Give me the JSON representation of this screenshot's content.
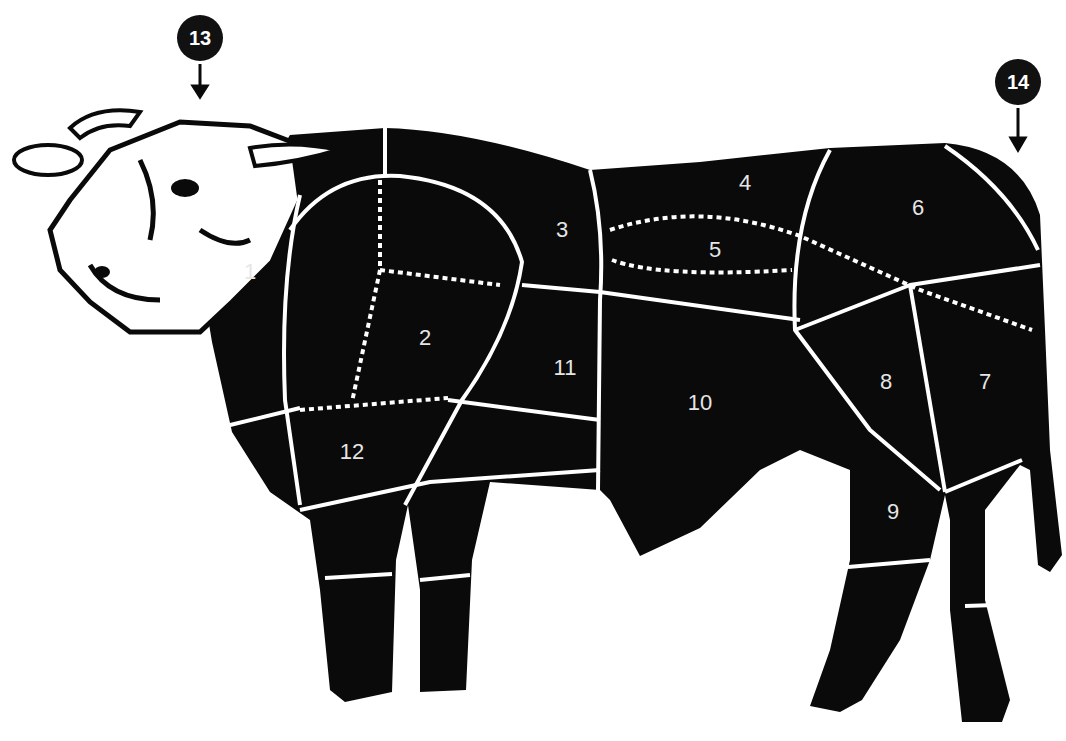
{
  "diagram": {
    "nodes": [
      {
        "text": [
          "13"
        ]
      },
      {
        "text": [
          "14"
        ]
      }
    ],
    "labels": [
      "1",
      "2",
      "3",
      "4",
      "5",
      "6",
      "7",
      "8",
      "9",
      "10",
      "11",
      "12"
    ]
  }
}
